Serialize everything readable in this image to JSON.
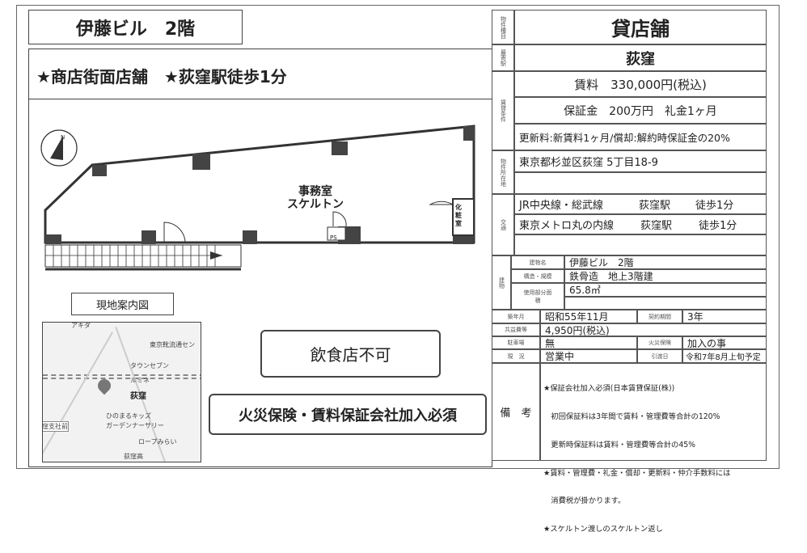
{
  "title": "伊藤ビル　2階",
  "headline": "★商店街面店舗　★荻窪駅徒歩1分",
  "floorplan": {
    "room_name": "事務室",
    "room_state": "スケルトン",
    "toilet": "化粧室",
    "ps": "PS",
    "north": "N"
  },
  "map_label": "現地案内図",
  "map": {
    "labels": [
      "東京靴流通セン",
      "タウンセブン",
      "ルミネ",
      "荻窪",
      "ひのまるキッズ",
      "ガーデンナーサリー",
      "ロープみらい",
      "荻窪高",
      "アキダ",
      "窪支社前"
    ]
  },
  "notice1": "飲食店不可",
  "notice2": "火災保険・賃料保証会社加入必須",
  "table": {
    "type_label": "物件種目",
    "type": "貸店舗",
    "station_label": "最寄駅",
    "station": "荻窪",
    "terms_label": "賃貸条件",
    "rent": "賃料　330,000円(税込)",
    "deposit": "保証金　200万円　礼金1ヶ月",
    "renewal": "更新料:新賃料1ヶ月/償却:解約時保証金の20%",
    "address_label": "物件所在地",
    "address": "東京都杉並区荻窪 5丁目18-9",
    "transport_label": "交通",
    "transport": [
      {
        "line": "JR中央線・総武線",
        "station": "荻窪駅",
        "walk": "徒歩1分"
      },
      {
        "line": "東京メトロ丸の内線",
        "station": "荻窪駅",
        "walk": "徒歩1分"
      }
    ],
    "building_label": "建物",
    "name_label": "建物名",
    "name": "伊藤ビル　2階",
    "structure_label": "構造・規模",
    "structure": "鉄骨造　地上3階建",
    "area_label": "使用部分面積",
    "area": "65.8㎡",
    "built_label": "築年月",
    "built": "昭和55年11月",
    "term_label": "契約期間",
    "term": "3年",
    "common_label": "共益費等",
    "common": "4,950円(税込)",
    "parking_label": "駐車場",
    "parking": "無",
    "insurance_label": "火災保険",
    "insurance": "加入の事",
    "status_label": "現　況",
    "status": "営業中",
    "handover_label": "引渡日",
    "handover": "令和7年8月上旬予定",
    "remarks_label": "備　考",
    "remarks": [
      "★保証会社加入必須(日本賃貸保証(株))",
      "　初回保証料は3年間で賃料・管理費等合計の120%",
      "　更新時保証料は賃料・管理費等合計の45%",
      "★賃料・管理費・礼金・償却・更新料・仲介手数料には",
      "　消費税が掛かります。",
      "★スケルトン渡しのスケルトン返し"
    ]
  }
}
